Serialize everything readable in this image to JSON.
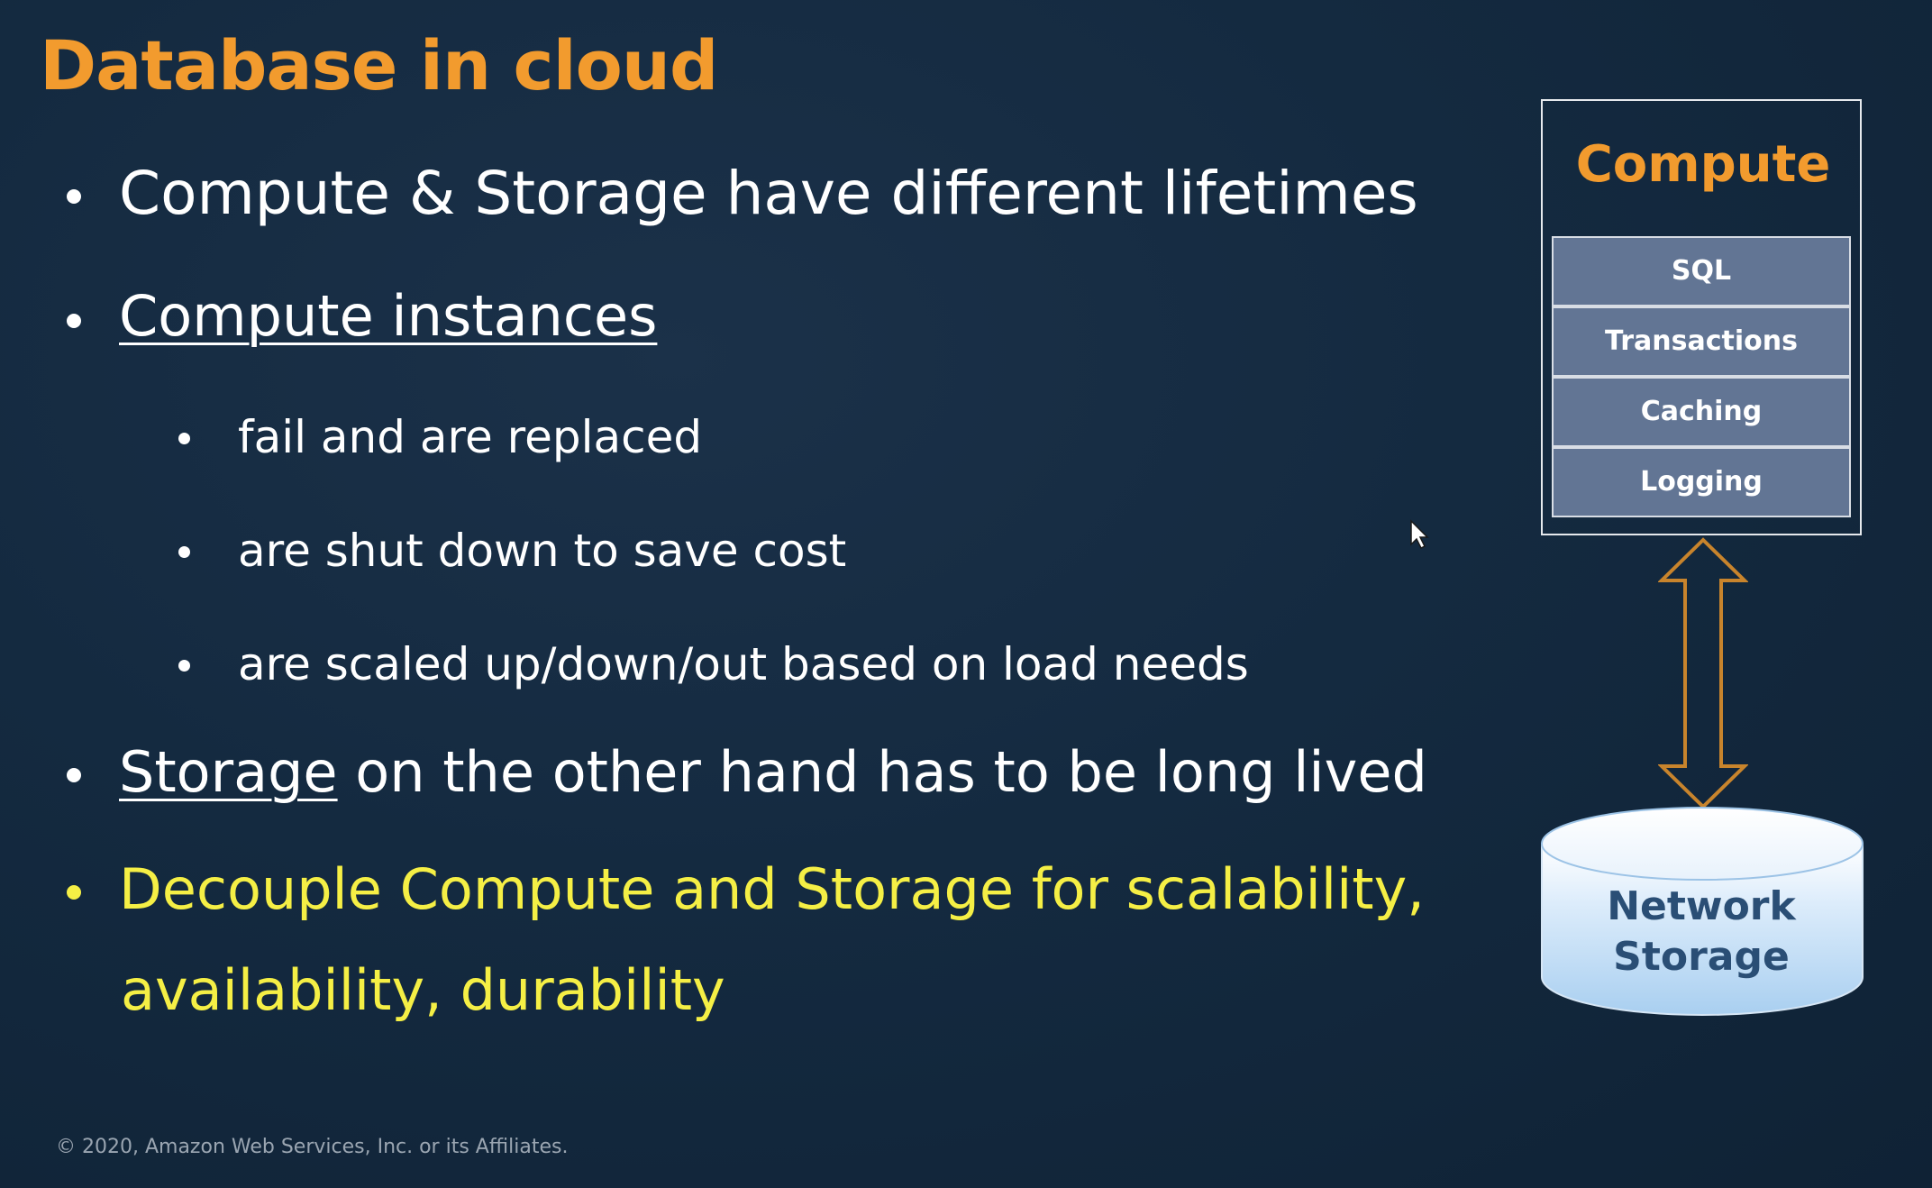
{
  "slide": {
    "title": "Database in cloud",
    "bullets": {
      "b1": "Compute & Storage have different lifetimes",
      "b2": "Compute instances",
      "b2_sub1": "fail and are replaced",
      "b2_sub2": "are shut down to save cost",
      "b2_sub3": "are scaled up/down/out based on load needs",
      "b3_underlined": "Storage",
      "b3_rest": " on the other hand has to be long lived",
      "b4_line1": "Decouple Compute and Storage for scalability,",
      "b4_line2": "availability, durability"
    },
    "footer": "© 2020, Amazon Web Services, Inc. or its Affiliates."
  },
  "diagram": {
    "compute_title": "Compute",
    "layers": [
      "SQL",
      "Transactions",
      "Caching",
      "Logging"
    ],
    "storage_label_line1": "Network",
    "storage_label_line2": "Storage",
    "arrow_icon": "double-headed-vertical-arrow",
    "storage_icon": "database-cylinder"
  },
  "colors": {
    "background": "#142a40",
    "title": "#f29b2e",
    "highlight": "#f5ef45",
    "layer_fill": "#627594",
    "arrow_stroke": "#c8842c",
    "storage_fill": "#bfdcf5"
  }
}
